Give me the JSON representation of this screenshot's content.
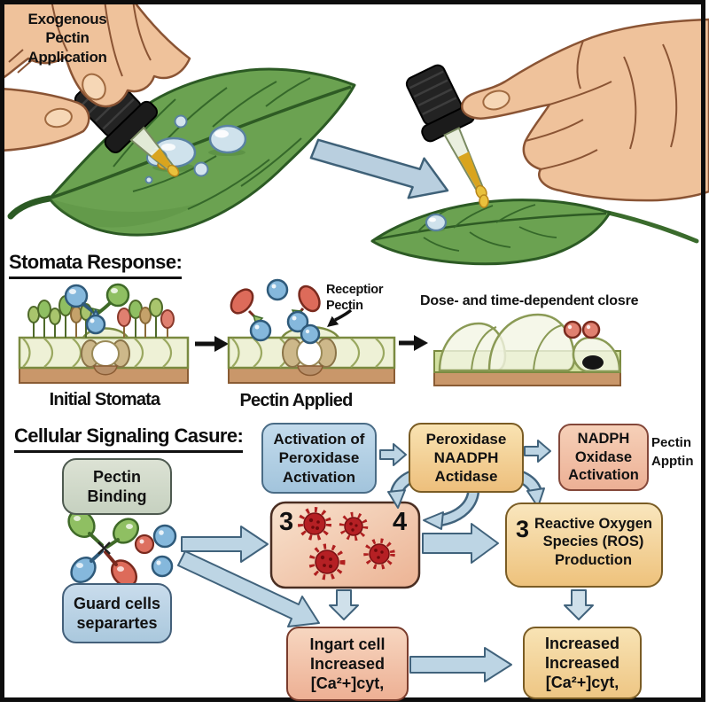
{
  "top_panel": {
    "label": "Exogenous\nPectin\nApplication"
  },
  "stomata": {
    "heading": "Stomata Response:",
    "panels": [
      {
        "label": "Initial Stomata"
      },
      {
        "label": "Pectin Applied"
      },
      {
        "label": "Dose- and time-dependent closre"
      }
    ],
    "receptor_note": "Receptior\nPectin"
  },
  "signaling": {
    "heading": "Cellular Signaling Casure:",
    "boxes": {
      "pectin_binding": "Pectin\nBinding",
      "guard_cells": "Guard cells\nseparartes",
      "activation": "Activation of\nPeroxidase\nActivation",
      "peroxidase": "Peroxidase\nNAADPH\nActidase",
      "nadph_oxidase": "NADPH\nOxidase\nActivation",
      "ros_number": "3",
      "ros": "Reactive Oxygen\nSpecies (ROS)\nProduction",
      "ingart": "Ingart cell\nIncreased\n[Ca²+]cyt,",
      "increased": "Increased\nIncreased\n[Ca²+]cyt,"
    },
    "side_label": "Pectin\nApptin",
    "virus_left_number": "3",
    "virus_right_number": "4"
  },
  "colors": {
    "blue_box": "#b9d3e6",
    "orange_box": "#f3cd8d",
    "pink_box": "#f0c0a6",
    "green_box": "#d3dcc9",
    "virus_red": "#b02020",
    "arrow_blue": "#bdd5e4",
    "leaf_green": "#6ba251",
    "skin": "#efc29b"
  }
}
